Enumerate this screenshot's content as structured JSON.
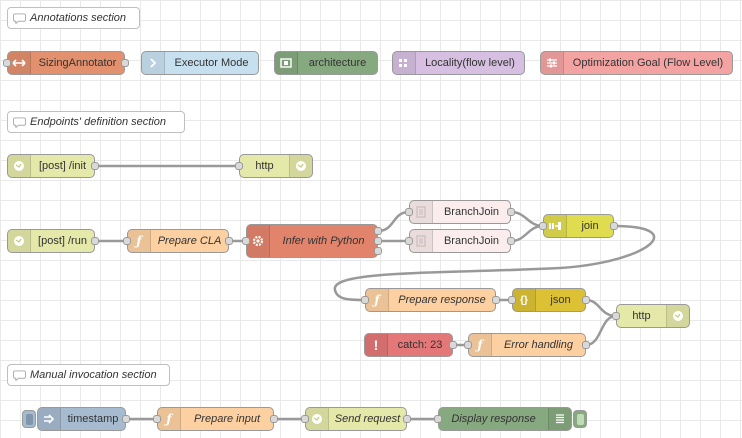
{
  "comments": {
    "annotations": "Annotations section",
    "endpoints": "Endpoints' definition section",
    "manual": "Manual invocation section"
  },
  "annotation_nodes": {
    "sizing": "SizingAnnotator",
    "executor": "Executor Mode",
    "architecture": "architecture",
    "locality": "Locality(flow level)",
    "optimization": "Optimization Goal (Flow Level)"
  },
  "init_flow": {
    "http_in": "[post] /init",
    "http_out": "http"
  },
  "run_flow": {
    "http_in": "[post] /run",
    "prepare_cla": "Prepare CLA",
    "infer": "Infer with Python",
    "branch_join_1": "BranchJoin",
    "branch_join_2": "BranchJoin",
    "join": "join",
    "prepare_response": "Prepare response",
    "json": "json",
    "http_out": "http",
    "catch": "catch: 23",
    "error_handling": "Error handling"
  },
  "manual_flow": {
    "timestamp": "timestamp",
    "prepare_input": "Prepare input",
    "send_request": "Send request",
    "display_response": "Display response"
  },
  "colors": {
    "sizing": "#e2906d",
    "executor": "#c7e0f0",
    "architecture": "#87a980",
    "locality": "#d6bfe0",
    "optimization": "#f4a3a3",
    "http": "#e4e8a8",
    "function": "#fdd0a2",
    "python": "#e2846b",
    "branchjoin": "#fbeded",
    "join": "#e0dc4f",
    "json": "#dcc134",
    "catch": "#e47777",
    "inject": "#a6bbcf",
    "debug": "#87a980"
  }
}
